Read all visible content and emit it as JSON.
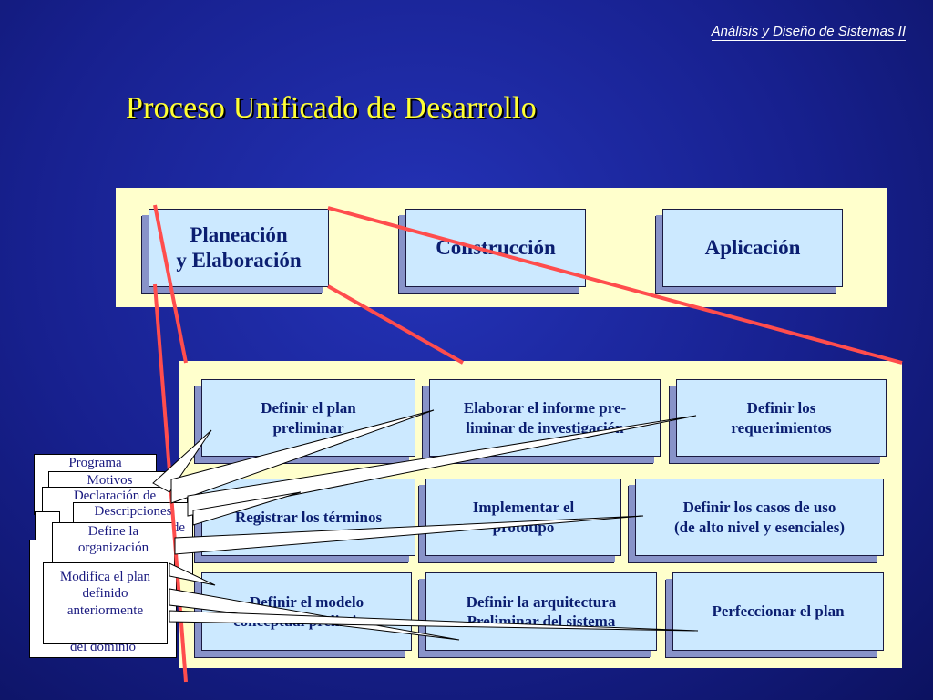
{
  "header": {
    "course": "Análisis y Diseño de Sistemas II",
    "title": "Proceso Unificado de Desarrollo"
  },
  "phases": [
    {
      "line1": "Planeación",
      "line2": "y Elaboración"
    },
    {
      "label": "Construcción"
    },
    {
      "label": "Aplicación"
    }
  ],
  "activities": [
    {
      "line1": "Definir el plan",
      "line2": "preliminar"
    },
    {
      "line1": "Elaborar el informe pre-",
      "line2": "liminar de investigación"
    },
    {
      "line1": "Definir los",
      "line2": "requerimientos"
    },
    {
      "line1": "Registrar los términos",
      "line2": ""
    },
    {
      "line1": "Implementar el",
      "line2": "prototipo"
    },
    {
      "line1": "Definir los casos de uso",
      "line2": "(de alto nivel y esenciales)"
    },
    {
      "line1": "Definir el modelo",
      "line2": "conceptual preliminar"
    },
    {
      "line1": "Definir la arquitectura",
      "line2": "Preliminar del sistema"
    },
    {
      "line1": "Perfeccionar el plan",
      "line2": ""
    }
  ],
  "notes": [
    "Programa",
    "Motivos",
    "Declaración de",
    "Descripciones",
    "de",
    "Define la organización",
    "Modifica el plan definido anteriormente",
    "del dominio"
  ],
  "colors": {
    "background": "#17208e",
    "title": "#ffff33",
    "panel": "#ffffcc",
    "box": "#cce9ff",
    "zoom_line": "#ff4d4d"
  }
}
